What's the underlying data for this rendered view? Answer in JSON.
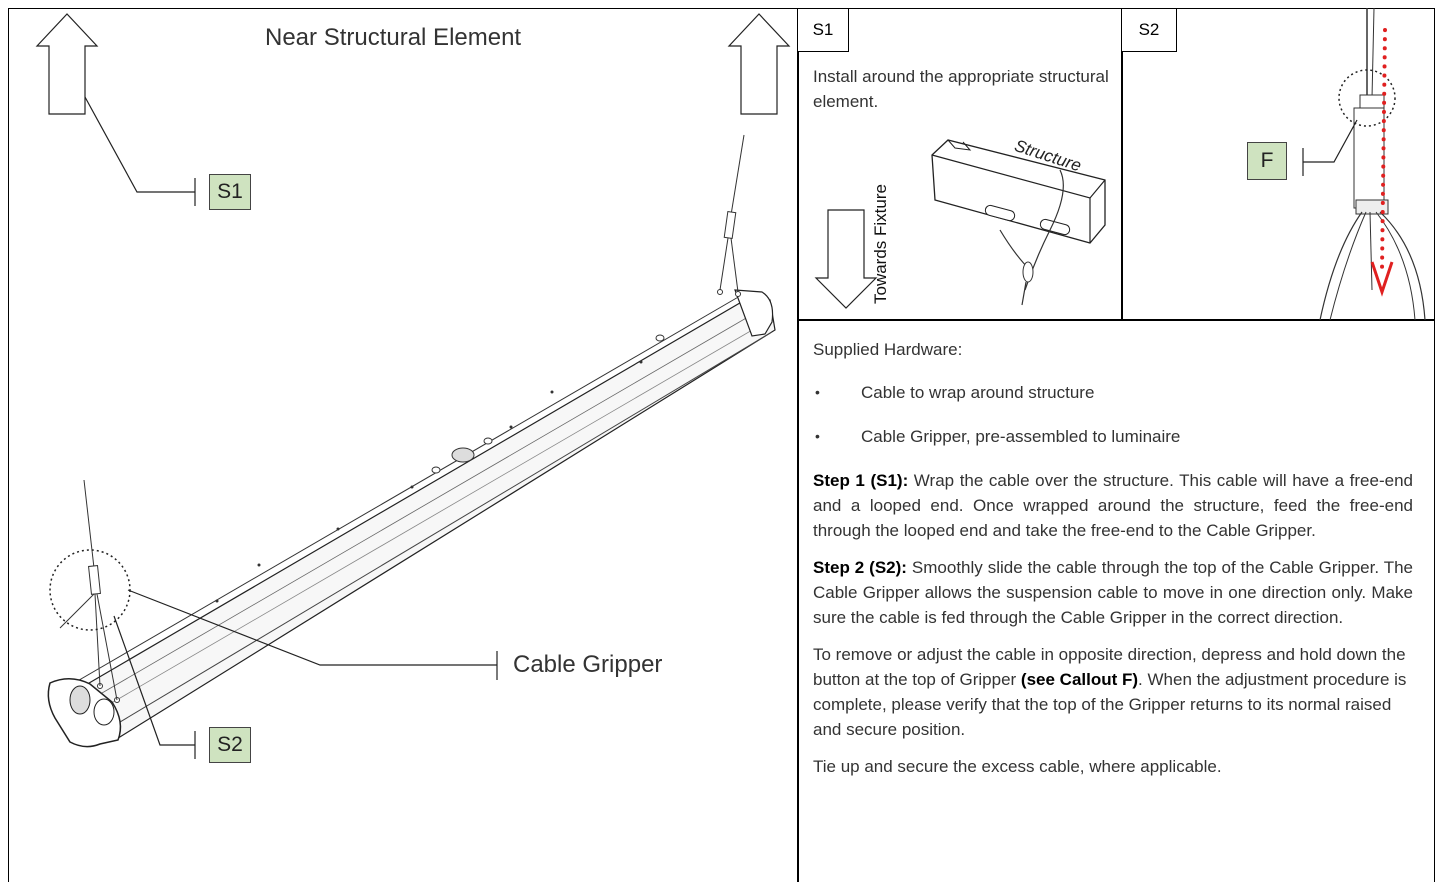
{
  "main_panel": {
    "title": "Near Structural Element",
    "callout_s1": "S1",
    "callout_s2": "S2",
    "cable_gripper_label": "Cable Gripper"
  },
  "panel_s1": {
    "tag": "S1",
    "description": "Install around the appropriate structural element.",
    "structure_label": "Structure",
    "towards_label": "Towards Fixture"
  },
  "panel_s2": {
    "tag": "S2",
    "callout_f": "F"
  },
  "instructions": {
    "heading": "Supplied Hardware:",
    "items": [
      "Cable to wrap around structure",
      "Cable Gripper, pre-assembled to luminaire"
    ],
    "step1_label": "Step 1 (S1):",
    "step1_text": " Wrap the cable over the structure. This cable will have a free-end and a looped end. Once wrapped around the structure, feed the free-end through the looped end and take the free-end to the Cable Gripper.",
    "step2_label": "Step 2 (S2):",
    "step2_text": " Smoothly slide the cable through the top of the Cable Gripper. The Cable Gripper allows the suspension cable to move in one direction only. Make sure the cable is fed through the Cable Gripper in the correct direction.",
    "adjust_text_1": "To remove or adjust the cable in opposite direction, depress and hold down the button at the top of Gripper ",
    "adjust_callout": "(see Callout F)",
    "adjust_text_2": ". When the adjustment procedure is complete, please verify that the top of the Gripper returns to its normal raised and secure position.",
    "final_text": "Tie up and secure the excess cable, where applicable."
  }
}
